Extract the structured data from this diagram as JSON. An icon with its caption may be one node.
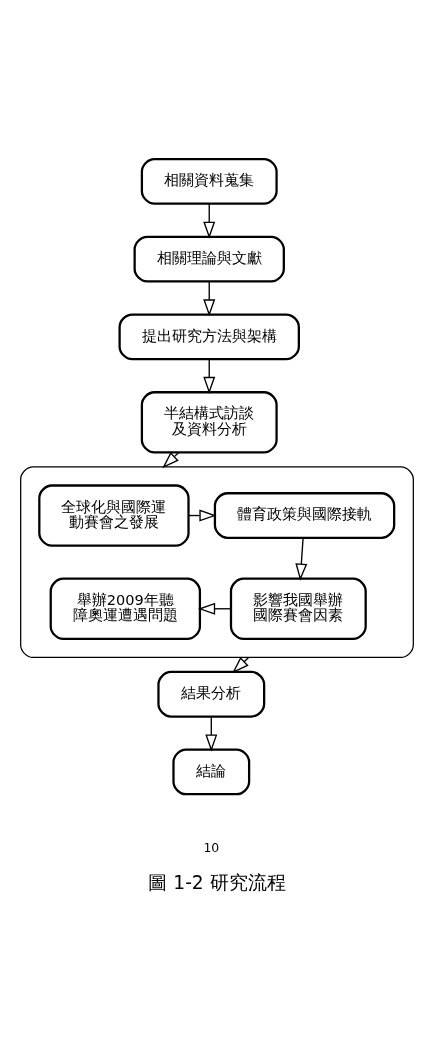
{
  "diagram": {
    "caption": "圖 1-2 研究流程",
    "nodes": [
      {
        "text": [
          "相關資料蒐集"
        ]
      },
      {
        "text": [
          "相關理論與文獻"
        ]
      },
      {
        "text": [
          "提出研究方法與架構"
        ]
      },
      {
        "text": [
          "半結構式訪談及資料分析"
        ]
      },
      {
        "text": [],
        "shape": "box"
      },
      {
        "text": [
          "全球化與國際運動賽會之發展"
        ],
        "in": 4
      },
      {
        "text": [
          "體育政策與國際接軌"
        ],
        "in": 4
      },
      {
        "text": [
          "影響我國舉辦國際賽會因素"
        ],
        "in": 4
      },
      {
        "text": [
          "舉辦2009年聽障奧運遭遇問題"
        ],
        "in": 4
      },
      {
        "text": [
          "結果分析"
        ]
      },
      {
        "text": [
          "結論"
        ]
      }
    ],
    "edges": [
      {
        "from": 0,
        "to": 1,
        "arrow": "to"
      },
      {
        "from": 1,
        "to": 2,
        "arrow": "to"
      },
      {
        "from": 2,
        "to": 3,
        "arrow": "to"
      },
      {
        "from": 3,
        "to": 4,
        "arrow": "to"
      },
      {
        "from": 5,
        "to": 6,
        "arrow": "to"
      },
      {
        "from": 6,
        "to": 7,
        "arrow": "to"
      },
      {
        "from": 7,
        "to": 8,
        "arrow": "to"
      },
      {
        "from": 4,
        "to": 9,
        "arrow": "to"
      },
      {
        "from": 9,
        "to": 10,
        "arrow": "to"
      }
    ],
    "labels": [
      "10"
    ]
  }
}
